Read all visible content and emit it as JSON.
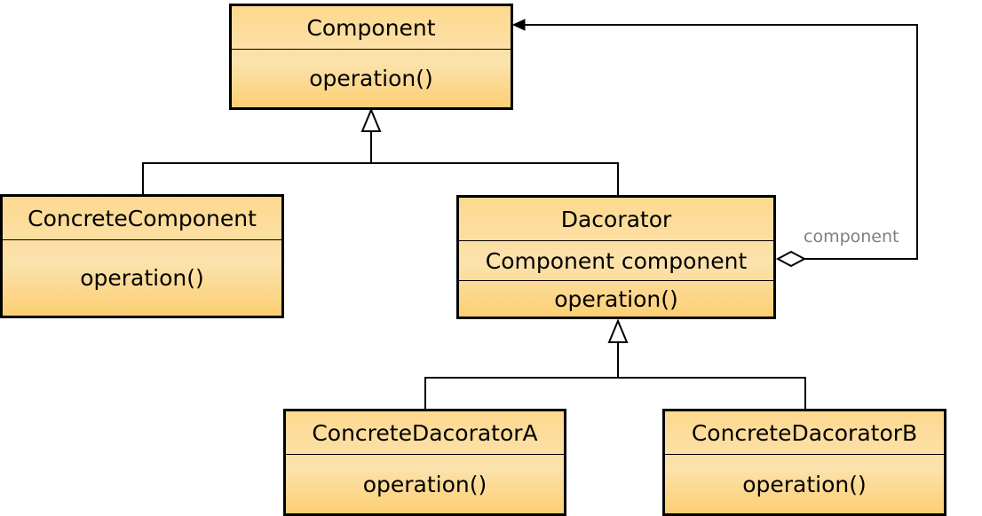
{
  "classes": {
    "component": {
      "name": "Component",
      "operation": "operation()"
    },
    "concrete_component": {
      "name": "ConcreteComponent",
      "operation": "operation()"
    },
    "decorator": {
      "name": "Dacorator",
      "attribute": "Component component",
      "operation": "operation()"
    },
    "concrete_decorator_a": {
      "name": "ConcreteDacoratorA",
      "operation": "operation()"
    },
    "concrete_decorator_b": {
      "name": "ConcreteDacoratorB",
      "operation": "operation()"
    }
  },
  "relations": {
    "aggregation_label": "component"
  },
  "colors": {
    "box_fill_top": "#fdd98f",
    "box_fill_mid": "#fbe2ad",
    "box_fill_bottom": "#fccf73",
    "line": "#000000",
    "label": "#7f7f7f"
  }
}
